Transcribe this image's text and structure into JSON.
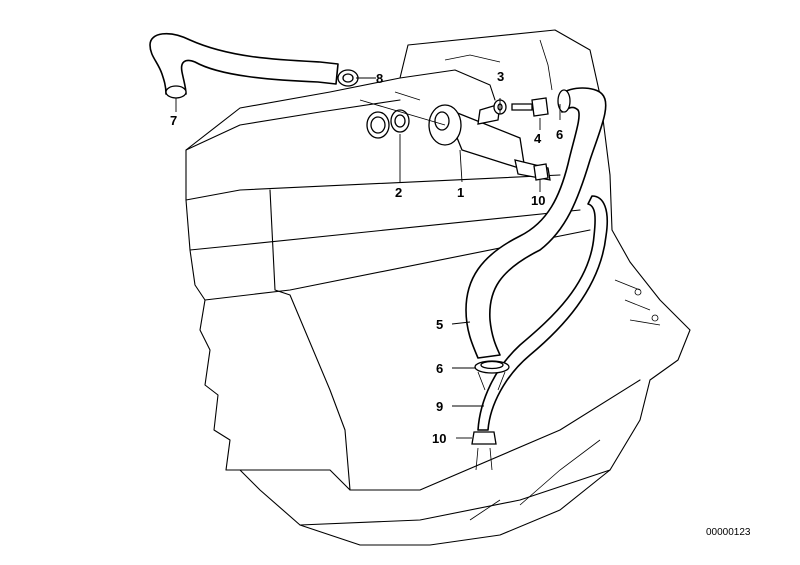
{
  "diagram": {
    "callouts": [
      "8",
      "3",
      "7",
      "6",
      "4",
      "2",
      "1",
      "10",
      "5",
      "6",
      "9",
      "10"
    ],
    "reference_number": "00000123"
  }
}
